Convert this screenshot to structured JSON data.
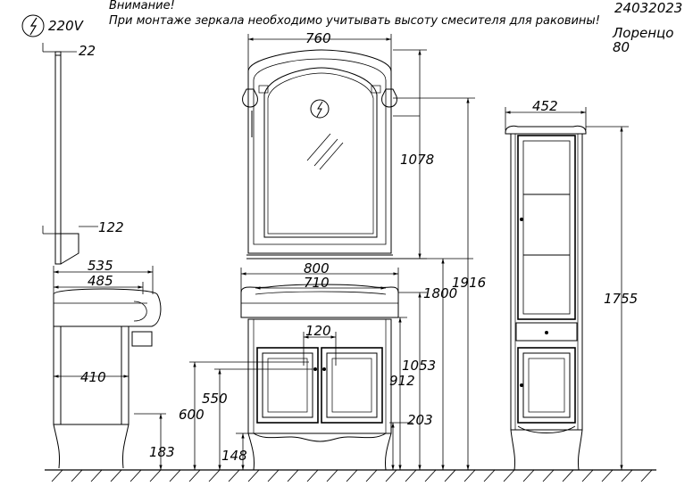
{
  "header": {
    "notice_title": "Внимание!",
    "notice_text": "При монтаже зеркала необходимо учитывать высоту смесителя для раковины!",
    "article_number": "24032023",
    "model_name": "Лоренцо",
    "model_size": "80"
  },
  "power": {
    "voltage": "220V"
  },
  "dimensions": {
    "mirror_depth_top": "22",
    "mirror_depth_bottom": "122",
    "mirror_width": "760",
    "mirror_height": "1078",
    "basin_width": "800",
    "basin_inner_width": "710",
    "side_depth_total": "535",
    "side_depth_inner": "485",
    "side_depth_lower": "410",
    "cabinet_gap": "120",
    "mirror_bottom_height": "1800",
    "mirror_top_height": "1916",
    "basin_height": "912",
    "overall_top_height": "1053",
    "height_600": "600",
    "height_550": "550",
    "height_183": "183",
    "height_148": "148",
    "height_203": "203",
    "column_width": "452",
    "column_height": "1755"
  }
}
